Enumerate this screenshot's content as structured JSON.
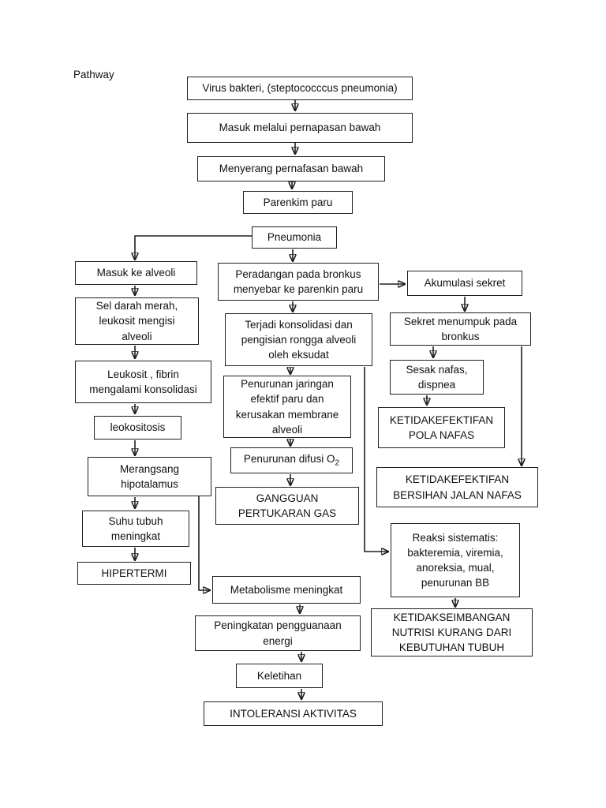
{
  "page": {
    "label": "Pathway"
  },
  "nodes": [
    {
      "id": "virus-bakteri",
      "label": "Virus bakteri, (steptococccus pneumonia)"
    },
    {
      "id": "masuk-pernapasan-bawah",
      "label": "Masuk melalui pernapasan bawah"
    },
    {
      "id": "menyerang-pernafasan-bawah",
      "label": "Menyerang pernafasan bawah"
    },
    {
      "id": "parenkim-paru",
      "label": "Parenkim paru"
    },
    {
      "id": "pneumonia",
      "label": "Pneumonia"
    },
    {
      "id": "masuk-ke-alveoli",
      "label": "Masuk ke alveoli"
    },
    {
      "id": "sel-darah-merah",
      "label": "Sel darah merah,\nleukosit mengisi\nalveoli"
    },
    {
      "id": "leukosit-fibrin",
      "label": "Leukosit , fibrin\nmengalami konsolidasi"
    },
    {
      "id": "leokositosis",
      "label": "leokositosis"
    },
    {
      "id": "merangsang-hipotalamus",
      "label": "Merangsang\nhipotalamus"
    },
    {
      "id": "suhu-tubuh",
      "label": "Suhu tubuh\nmeningkat"
    },
    {
      "id": "hipertermi",
      "label": "HIPERTERMI"
    },
    {
      "id": "peradangan-bronkus",
      "label": "Peradangan pada bronkus\nmenyebar ke parenkin paru"
    },
    {
      "id": "terjadi-konsolidasi",
      "label": "Terjadi konsolidasi dan\npengisian rongga alveoli\noleh eksudat"
    },
    {
      "id": "penurunan-jaringan",
      "label": "Penurunan jaringan\nefektif paru dan\nkerusakan membrane\nalveoli"
    },
    {
      "id": "penurunan-difusi-o2",
      "label": "Penurunan difusi O",
      "sub": "2"
    },
    {
      "id": "gangguan-pertukaran-gas",
      "label": "GANGGUAN\nPERTUKARAN GAS"
    },
    {
      "id": "akumulasi-sekret",
      "label": "Akumulasi sekret"
    },
    {
      "id": "sekret-menumpuk",
      "label": "Sekret menumpuk pada\nbronkus"
    },
    {
      "id": "sesak-nafas",
      "label": "Sesak nafas,\ndispnea"
    },
    {
      "id": "ketidakefektifan-pola-nafas",
      "label": "KETIDAKEFEKTIFAN\nPOLA NAFAS"
    },
    {
      "id": "ketidakefektifan-bersihan-jalan-nafas",
      "label": "KETIDAKEFEKTIFAN\nBERSIHAN JALAN NAFAS"
    },
    {
      "id": "reaksi-sistematis",
      "label": "Reaksi sistematis:\nbakteremia, viremia,\nanoreksia, mual,\npenurunan BB"
    },
    {
      "id": "ketidakseimbangan-nutrisi",
      "label": "KETIDAKSEIMBANGAN\nNUTRISI KURANG DARI\nKEBUTUHAN TUBUH"
    },
    {
      "id": "metabolisme-meningkat",
      "label": "Metabolisme meningkat"
    },
    {
      "id": "peningkatan-energi",
      "label": "Peningkatan pengguanaan\nenergi"
    },
    {
      "id": "keletihan",
      "label": "Keletihan"
    },
    {
      "id": "intoleransi-aktivitas",
      "label": "INTOLERANSI AKTIVITAS"
    }
  ],
  "edges": [
    {
      "from": "virus-bakteri",
      "to": "masuk-pernapasan-bawah"
    },
    {
      "from": "masuk-pernapasan-bawah",
      "to": "menyerang-pernafasan-bawah"
    },
    {
      "from": "menyerang-pernafasan-bawah",
      "to": "parenkim-paru"
    },
    {
      "from": "pneumonia",
      "to": "masuk-ke-alveoli"
    },
    {
      "from": "pneumonia",
      "to": "peradangan-bronkus"
    },
    {
      "from": "peradangan-bronkus",
      "to": "akumulasi-sekret"
    },
    {
      "from": "peradangan-bronkus",
      "to": "terjadi-konsolidasi"
    },
    {
      "from": "terjadi-konsolidasi",
      "to": "penurunan-jaringan"
    },
    {
      "from": "terjadi-konsolidasi",
      "to": "reaksi-sistematis"
    },
    {
      "from": "penurunan-jaringan",
      "to": "penurunan-difusi-o2"
    },
    {
      "from": "penurunan-difusi-o2",
      "to": "gangguan-pertukaran-gas"
    },
    {
      "from": "akumulasi-sekret",
      "to": "sekret-menumpuk"
    },
    {
      "from": "sekret-menumpuk",
      "to": "sesak-nafas"
    },
    {
      "from": "sekret-menumpuk",
      "to": "ketidakefektifan-bersihan-jalan-nafas"
    },
    {
      "from": "sesak-nafas",
      "to": "ketidakefektifan-pola-nafas"
    },
    {
      "from": "masuk-ke-alveoli",
      "to": "sel-darah-merah"
    },
    {
      "from": "sel-darah-merah",
      "to": "leukosit-fibrin"
    },
    {
      "from": "leukosit-fibrin",
      "to": "leokositosis"
    },
    {
      "from": "leokositosis",
      "to": "merangsang-hipotalamus"
    },
    {
      "from": "merangsang-hipotalamus",
      "to": "suhu-tubuh"
    },
    {
      "from": "merangsang-hipotalamus",
      "to": "metabolisme-meningkat"
    },
    {
      "from": "suhu-tubuh",
      "to": "hipertermi"
    },
    {
      "from": "reaksi-sistematis",
      "to": "ketidakseimbangan-nutrisi"
    },
    {
      "from": "metabolisme-meningkat",
      "to": "peningkatan-energi"
    },
    {
      "from": "peningkatan-energi",
      "to": "keletihan"
    },
    {
      "from": "keletihan",
      "to": "intoleransi-aktivitas"
    }
  ],
  "colors": {
    "line": "#1f1f1f",
    "background": "#ffffff",
    "text": "#111111"
  }
}
